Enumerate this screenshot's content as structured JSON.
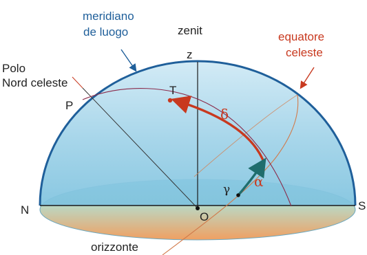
{
  "labels": {
    "meridiano": [
      "meridiano",
      "de luogo"
    ],
    "zenit": "zenit",
    "z": "z",
    "equatore": [
      "equatore",
      "celeste"
    ],
    "polo": [
      "Polo",
      "Nord celeste"
    ],
    "p": "P",
    "t": "T",
    "delta": "δ",
    "alpha": "α",
    "gamma": "γ",
    "n": "N",
    "o": "O",
    "s": "S",
    "orizzonte": "orizzonte"
  },
  "colors": {
    "meridian": "#1f5f9a",
    "equator": "#c8391f",
    "arrow_alpha": "#1f6d6d",
    "dome_top": "#a9d6ea",
    "dome_bottom": "#7fc3df",
    "horizon_top": "#6ec4d8",
    "horizon_bottom": "#f2a46a"
  }
}
